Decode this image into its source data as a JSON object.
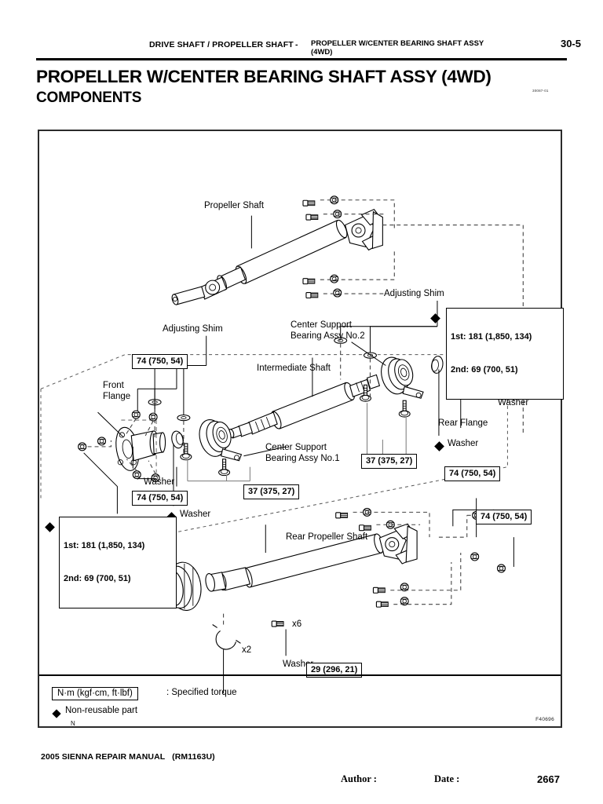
{
  "header": {
    "breadcrumb_left": "DRIVE SHAFT / PROPELLER SHAFT",
    "separator": "-",
    "breadcrumb_right": "PROPELLER W/CENTER BEARING SHAFT ASSY (4WD)",
    "page_number": "30-5"
  },
  "title": {
    "main": "PROPELLER W/CENTER BEARING SHAFT ASSY (4WD)",
    "sub": "COMPONENTS",
    "doc_code": "30087-01"
  },
  "diagram": {
    "figure_code": "F40696",
    "n_mark": "N",
    "labels": [
      {
        "id": "propeller-shaft",
        "text": "Propeller Shaft"
      },
      {
        "id": "adjusting-shim-upper",
        "text": "Adjusting Shim"
      },
      {
        "id": "adjusting-shim-lower",
        "text": "Adjusting Shim"
      },
      {
        "id": "center-support-no2",
        "text": "Center Support\nBearing Assy No.2"
      },
      {
        "id": "intermediate-shaft",
        "text": "Intermediate Shaft"
      },
      {
        "id": "front-flange",
        "text": "Front\nFlange"
      },
      {
        "id": "center-support-no1",
        "text": "Center Support\nBearing Assy No.1"
      },
      {
        "id": "rear-flange",
        "text": "Rear Flange"
      },
      {
        "id": "washer-rear-upper",
        "text": "Washer"
      },
      {
        "id": "washer-rear-lower",
        "text": "Washer"
      },
      {
        "id": "washer-front",
        "text": "Washer"
      },
      {
        "id": "washer-center",
        "text": "Washer"
      },
      {
        "id": "washer-bottom",
        "text": "Washer"
      },
      {
        "id": "rear-propeller-shaft",
        "text": "Rear Propeller Shaft"
      }
    ],
    "torque_boxes": [
      {
        "id": "torque-74-left",
        "text": "74 (750, 54)"
      },
      {
        "id": "torque-74-left-low",
        "text": "74 (750, 54)"
      },
      {
        "id": "torque-37-left",
        "text": "37 (375, 27)"
      },
      {
        "id": "torque-37-right",
        "text": "37 (375, 27)"
      },
      {
        "id": "torque-74-br-upper",
        "text": "74 (750, 54)"
      },
      {
        "id": "torque-74-br-lower",
        "text": "74 (750, 54)"
      },
      {
        "id": "torque-29-bottom",
        "text": "29 (296, 21)"
      },
      {
        "id": "torque-two-stage-right",
        "line1": "1st: 181 (1,850, 134)",
        "line2": "2nd: 69 (700, 51)"
      },
      {
        "id": "torque-two-stage-left",
        "line1": "1st: 181 (1,850, 134)",
        "line2": "2nd: 69 (700, 51)"
      }
    ],
    "quantities": [
      {
        "id": "qty-x6",
        "text": "x6"
      },
      {
        "id": "qty-x2",
        "text": "x2"
      }
    ]
  },
  "legend": {
    "torque_unit_box": "N·m (kgf·cm, ft·lbf)",
    "torque_meaning": ": Specified torque",
    "non_reusable": "Non-reusable part"
  },
  "footer": {
    "manual": "2005 SIENNA REPAIR MANUAL   (RM1163U)",
    "author_label": "Author :",
    "date_label": "Date :",
    "page_number": "2667"
  }
}
